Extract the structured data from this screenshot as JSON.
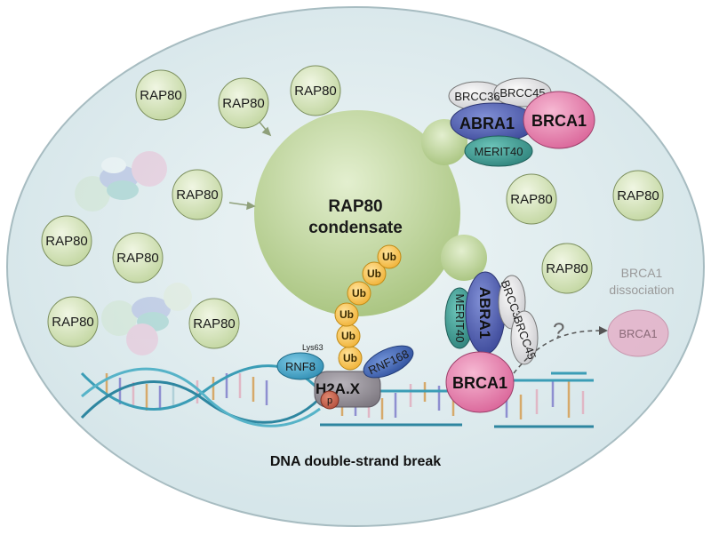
{
  "condensate": {
    "line1": "RAP80",
    "line2": "condensate"
  },
  "free_rap80_label": "RAP80",
  "ub_label": "Ub",
  "lys63_label": "Lys63",
  "proteins": {
    "brcc36": "BRCC36",
    "brcc45": "BRCC45",
    "abra1": "ABRA1",
    "brca1": "BRCA1",
    "merit40": "MERIT40",
    "rnf8": "RNF8",
    "rnf168": "RNF168",
    "h2ax": "H2A.X",
    "p": "p"
  },
  "dissociation": {
    "line1": "BRCA1",
    "line2": "dissociation",
    "brca1": "BRCA1"
  },
  "question_mark": "?",
  "dna_label": "DNA double-strand break",
  "colors": {
    "cell_fill": "#dce9ec",
    "cell_stroke": "#9fb3b8",
    "rap80_green": "#b7cf8f",
    "abra1": "#4c5aa8",
    "brca1": "#e27aa6",
    "merit40": "#3d9a92",
    "rnf8": "#3e9fc7",
    "rnf168": "#3f66b3",
    "h2ax": "#8d8890",
    "ub": "#f4c14f",
    "dna": "#3f9eb5"
  }
}
